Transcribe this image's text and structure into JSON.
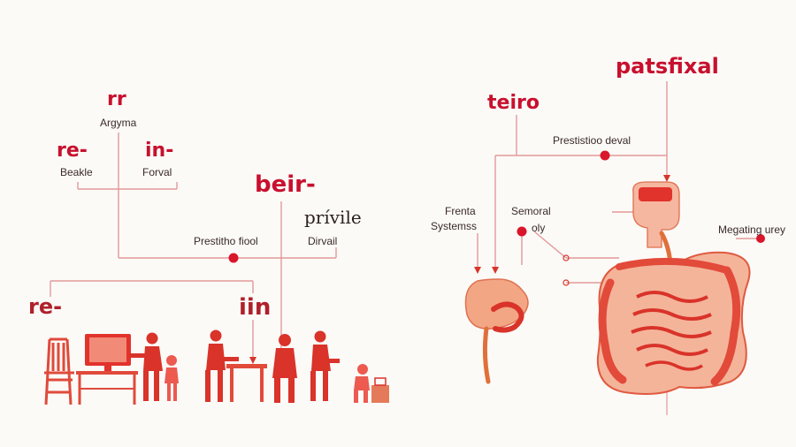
{
  "left": {
    "top_term": "rr",
    "top_sub": "Argyma",
    "left_term": "re-",
    "left_sub": "Beakle",
    "right_term": "in-",
    "right_sub": "Forval",
    "mid_term": "beir-",
    "mid_sub": "prívile",
    "center_caption": "Prestitho fiool",
    "center_caption_2": "Dirvail",
    "bottom_left": "re-",
    "bottom_right": "iin"
  },
  "right": {
    "title": "patsfixal",
    "sub_title": "teiro",
    "caption": "Prestistioo deval",
    "label_left_1": "Frenta",
    "label_left_2": "Systemss",
    "label_mid_1": "Semoral",
    "label_mid_2": "oly",
    "label_right": "Megating urey"
  },
  "colors": {
    "accent": "#c8102e",
    "line": "#e07a7a",
    "figure": "#d9332a",
    "organ_fill": "#f0a080",
    "background": "#fbfaf7"
  }
}
